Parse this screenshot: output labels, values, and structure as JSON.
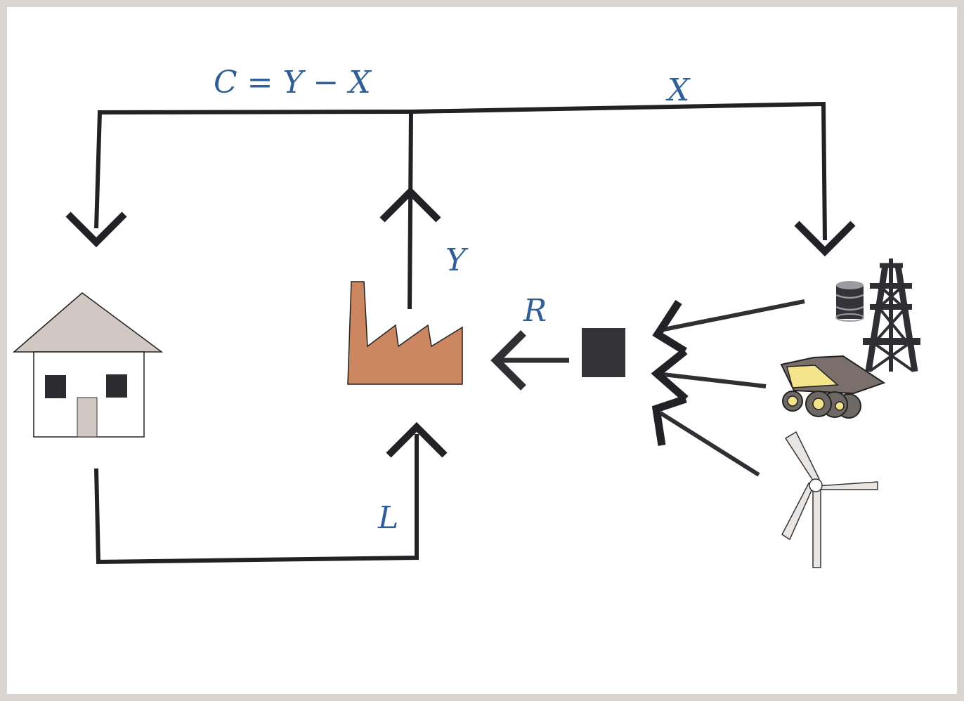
{
  "labels": {
    "consumption": "C = Y − X",
    "investment": "X",
    "output": "Y",
    "resources": "R",
    "labor": "L"
  },
  "colors": {
    "label": "#2f5f96",
    "line": "#222226",
    "factory": "#cd8760",
    "house_roof": "#d2c8c3",
    "window": "#2c2c30",
    "frame": "#d9d4cf"
  },
  "icons": {
    "household": "house-icon",
    "firm": "factory-icon",
    "aggregate_resource": "resource-block-icon",
    "sources": [
      "oil-barrel-icon",
      "oil-derrick-icon",
      "mining-truck-icon",
      "wind-turbine-icon"
    ]
  }
}
